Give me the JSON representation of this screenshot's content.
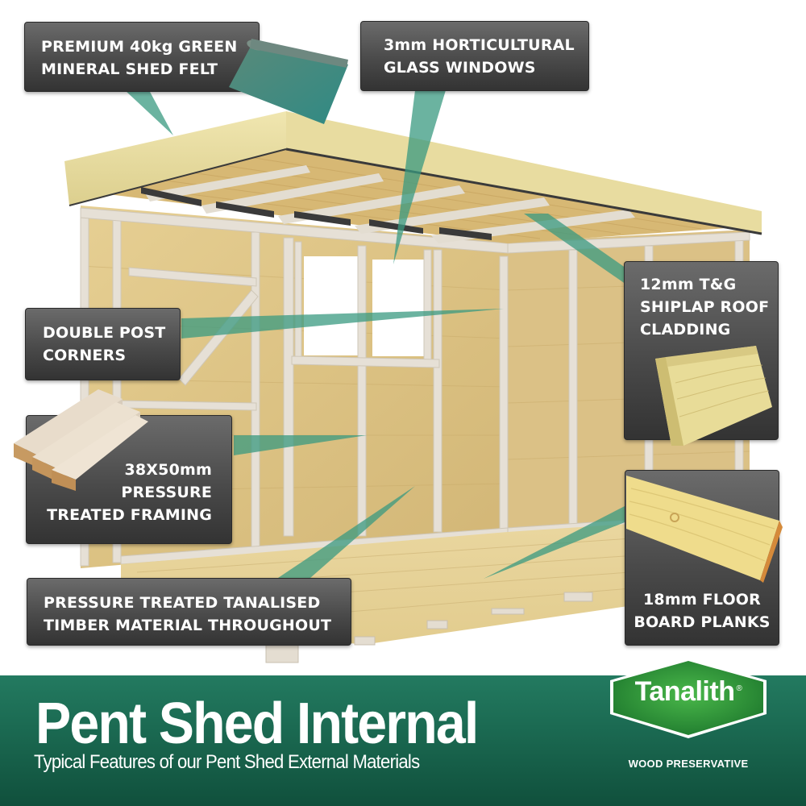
{
  "callouts": {
    "felt": {
      "lines": [
        "PREMIUM 40kg GREEN",
        "MINERAL SHED FELT"
      ],
      "icon": "felt-roll-icon"
    },
    "glass": {
      "lines": [
        "3mm HORTICULTURAL",
        "GLASS WINDOWS"
      ]
    },
    "double_post": {
      "lines": [
        "DOUBLE POST",
        "CORNERS"
      ]
    },
    "framing": {
      "lines": [
        "38X50mm",
        "PRESSURE",
        "TREATED FRAMING"
      ],
      "icon": "timber-posts-icon"
    },
    "tanalised": {
      "lines": [
        "PRESSURE TREATED TANALISED",
        "TIMBER MATERIAL THROUGHOUT"
      ]
    },
    "cladding": {
      "lines": [
        "12mm T&G",
        "SHIPLAP ROOF",
        "CLADDING"
      ],
      "icon": "shiplap-board-icon"
    },
    "floor": {
      "lines": [
        "18mm FLOOR",
        "BOARD PLANKS"
      ],
      "icon": "floor-plank-icon"
    }
  },
  "banner": {
    "title": "Pent Shed Internal",
    "subtitle": "Typical Features of our Pent Shed External Materials"
  },
  "logo": {
    "brand": "Tanalith",
    "registered": "®",
    "tagline": "WOOD PRESERVATIVE"
  },
  "colors": {
    "banner_green_top": "#237a60",
    "banner_green_bottom": "#10503c",
    "logo_green": "#2e8b3a",
    "callout_gray": "#4a4a4a",
    "pointer_teal": "#3a9a80",
    "timber": "#e8d8a0"
  }
}
